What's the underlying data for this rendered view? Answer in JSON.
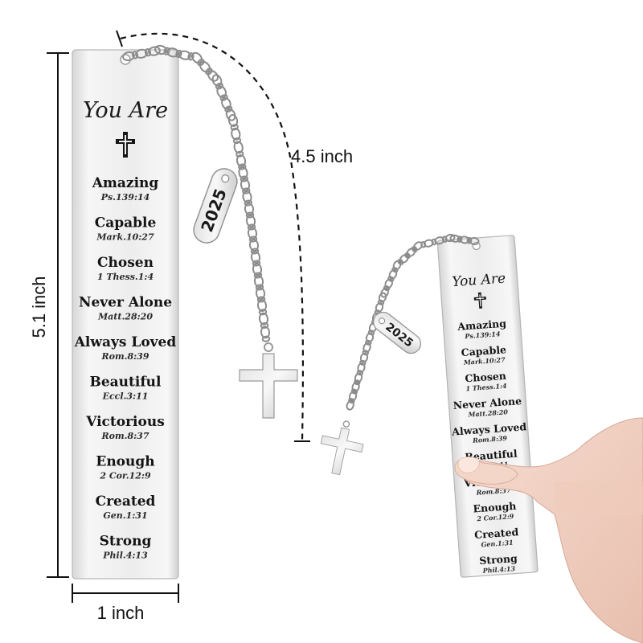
{
  "dimensions": {
    "height_label": "5.1 inch",
    "width_label": "1 inch",
    "chain_label": "4.5  inch"
  },
  "bookmark": {
    "header": "You Are",
    "tag_text": "2025",
    "items": [
      {
        "word": "Amazing",
        "ref": "Ps.139:14"
      },
      {
        "word": "Capable",
        "ref": "Mark.10:27"
      },
      {
        "word": "Chosen",
        "ref": "1 Thess.1:4"
      },
      {
        "word": "Never Alone",
        "ref": "Matt.28:20"
      },
      {
        "word": "Always Loved",
        "ref": "Rom.8:39"
      },
      {
        "word": "Beautiful",
        "ref": "Eccl.3:11"
      },
      {
        "word": "Victorious",
        "ref": "Rom.8:37"
      },
      {
        "word": "Enough",
        "ref": "2 Cor.12:9"
      },
      {
        "word": "Created",
        "ref": "Gen.1:31"
      },
      {
        "word": "Strong",
        "ref": "Phil.4:13"
      }
    ]
  },
  "colors": {
    "metal_light": "#f4f4f4",
    "metal_dark": "#d2d2d2",
    "engraving": "#141414",
    "skin": "#f2d2c4"
  },
  "icons": [
    "cross-icon",
    "chain-icon",
    "cross-charm-icon",
    "year-tag-icon",
    "hand-icon"
  ]
}
